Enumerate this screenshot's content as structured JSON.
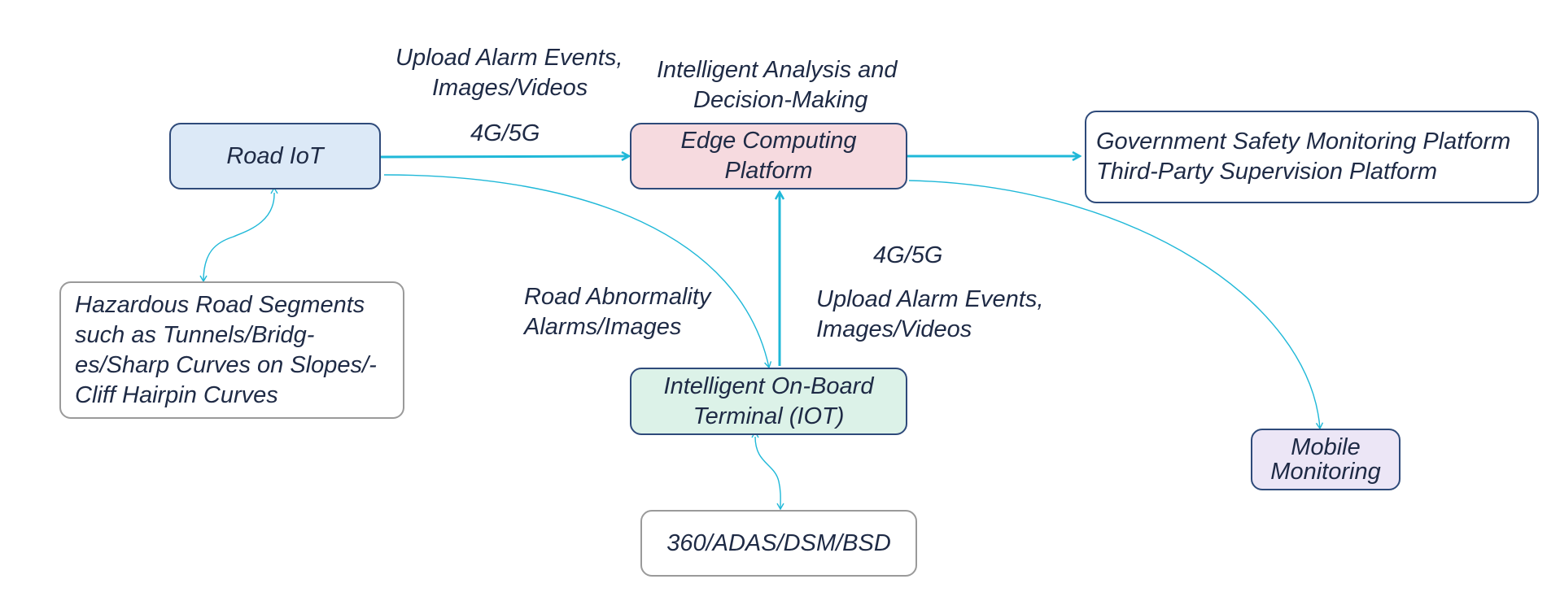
{
  "colors": {
    "road_iot": "#dce9f7",
    "edge": "#f6dadf",
    "terminal": "#dcf2e8",
    "mobile": "#ece6f6",
    "arrow": "#1fb8d8",
    "border": "#2e4a7a",
    "gray_border": "#9a9a9a"
  },
  "nodes": {
    "road_iot": "Road IoT",
    "edge_platform": "Edge Computing\nPlatform",
    "gov_platform": "Government Safety Monitoring Platform\nThird-Party Supervision Platform",
    "hazard": "Hazardous Road Segments\nsuch as Tunnels/Bridg-\nes/Sharp Curves on Slopes/-\nCliff Hairpin Curves",
    "terminal": "Intelligent On-Board\nTerminal (IOT)",
    "mobile": "Mobile\nMonitoring",
    "sensors": "360/ADAS/DSM/BSD"
  },
  "labels": {
    "upload_top_1": "Upload Alarm Events,",
    "upload_top_2": "Images/Videos",
    "network_top": "4G/5G",
    "analysis_1": "Intelligent Analysis and",
    "analysis_2": "Decision-Making",
    "network_mid": "4G/5G",
    "upload_mid_1": "Upload Alarm Events,",
    "upload_mid_2": "Images/Videos",
    "road_alarm_1": "Road Abnormality",
    "road_alarm_2": "Alarms/Images"
  },
  "icons": {
    "arrowhead": "arrowhead-icon"
  }
}
